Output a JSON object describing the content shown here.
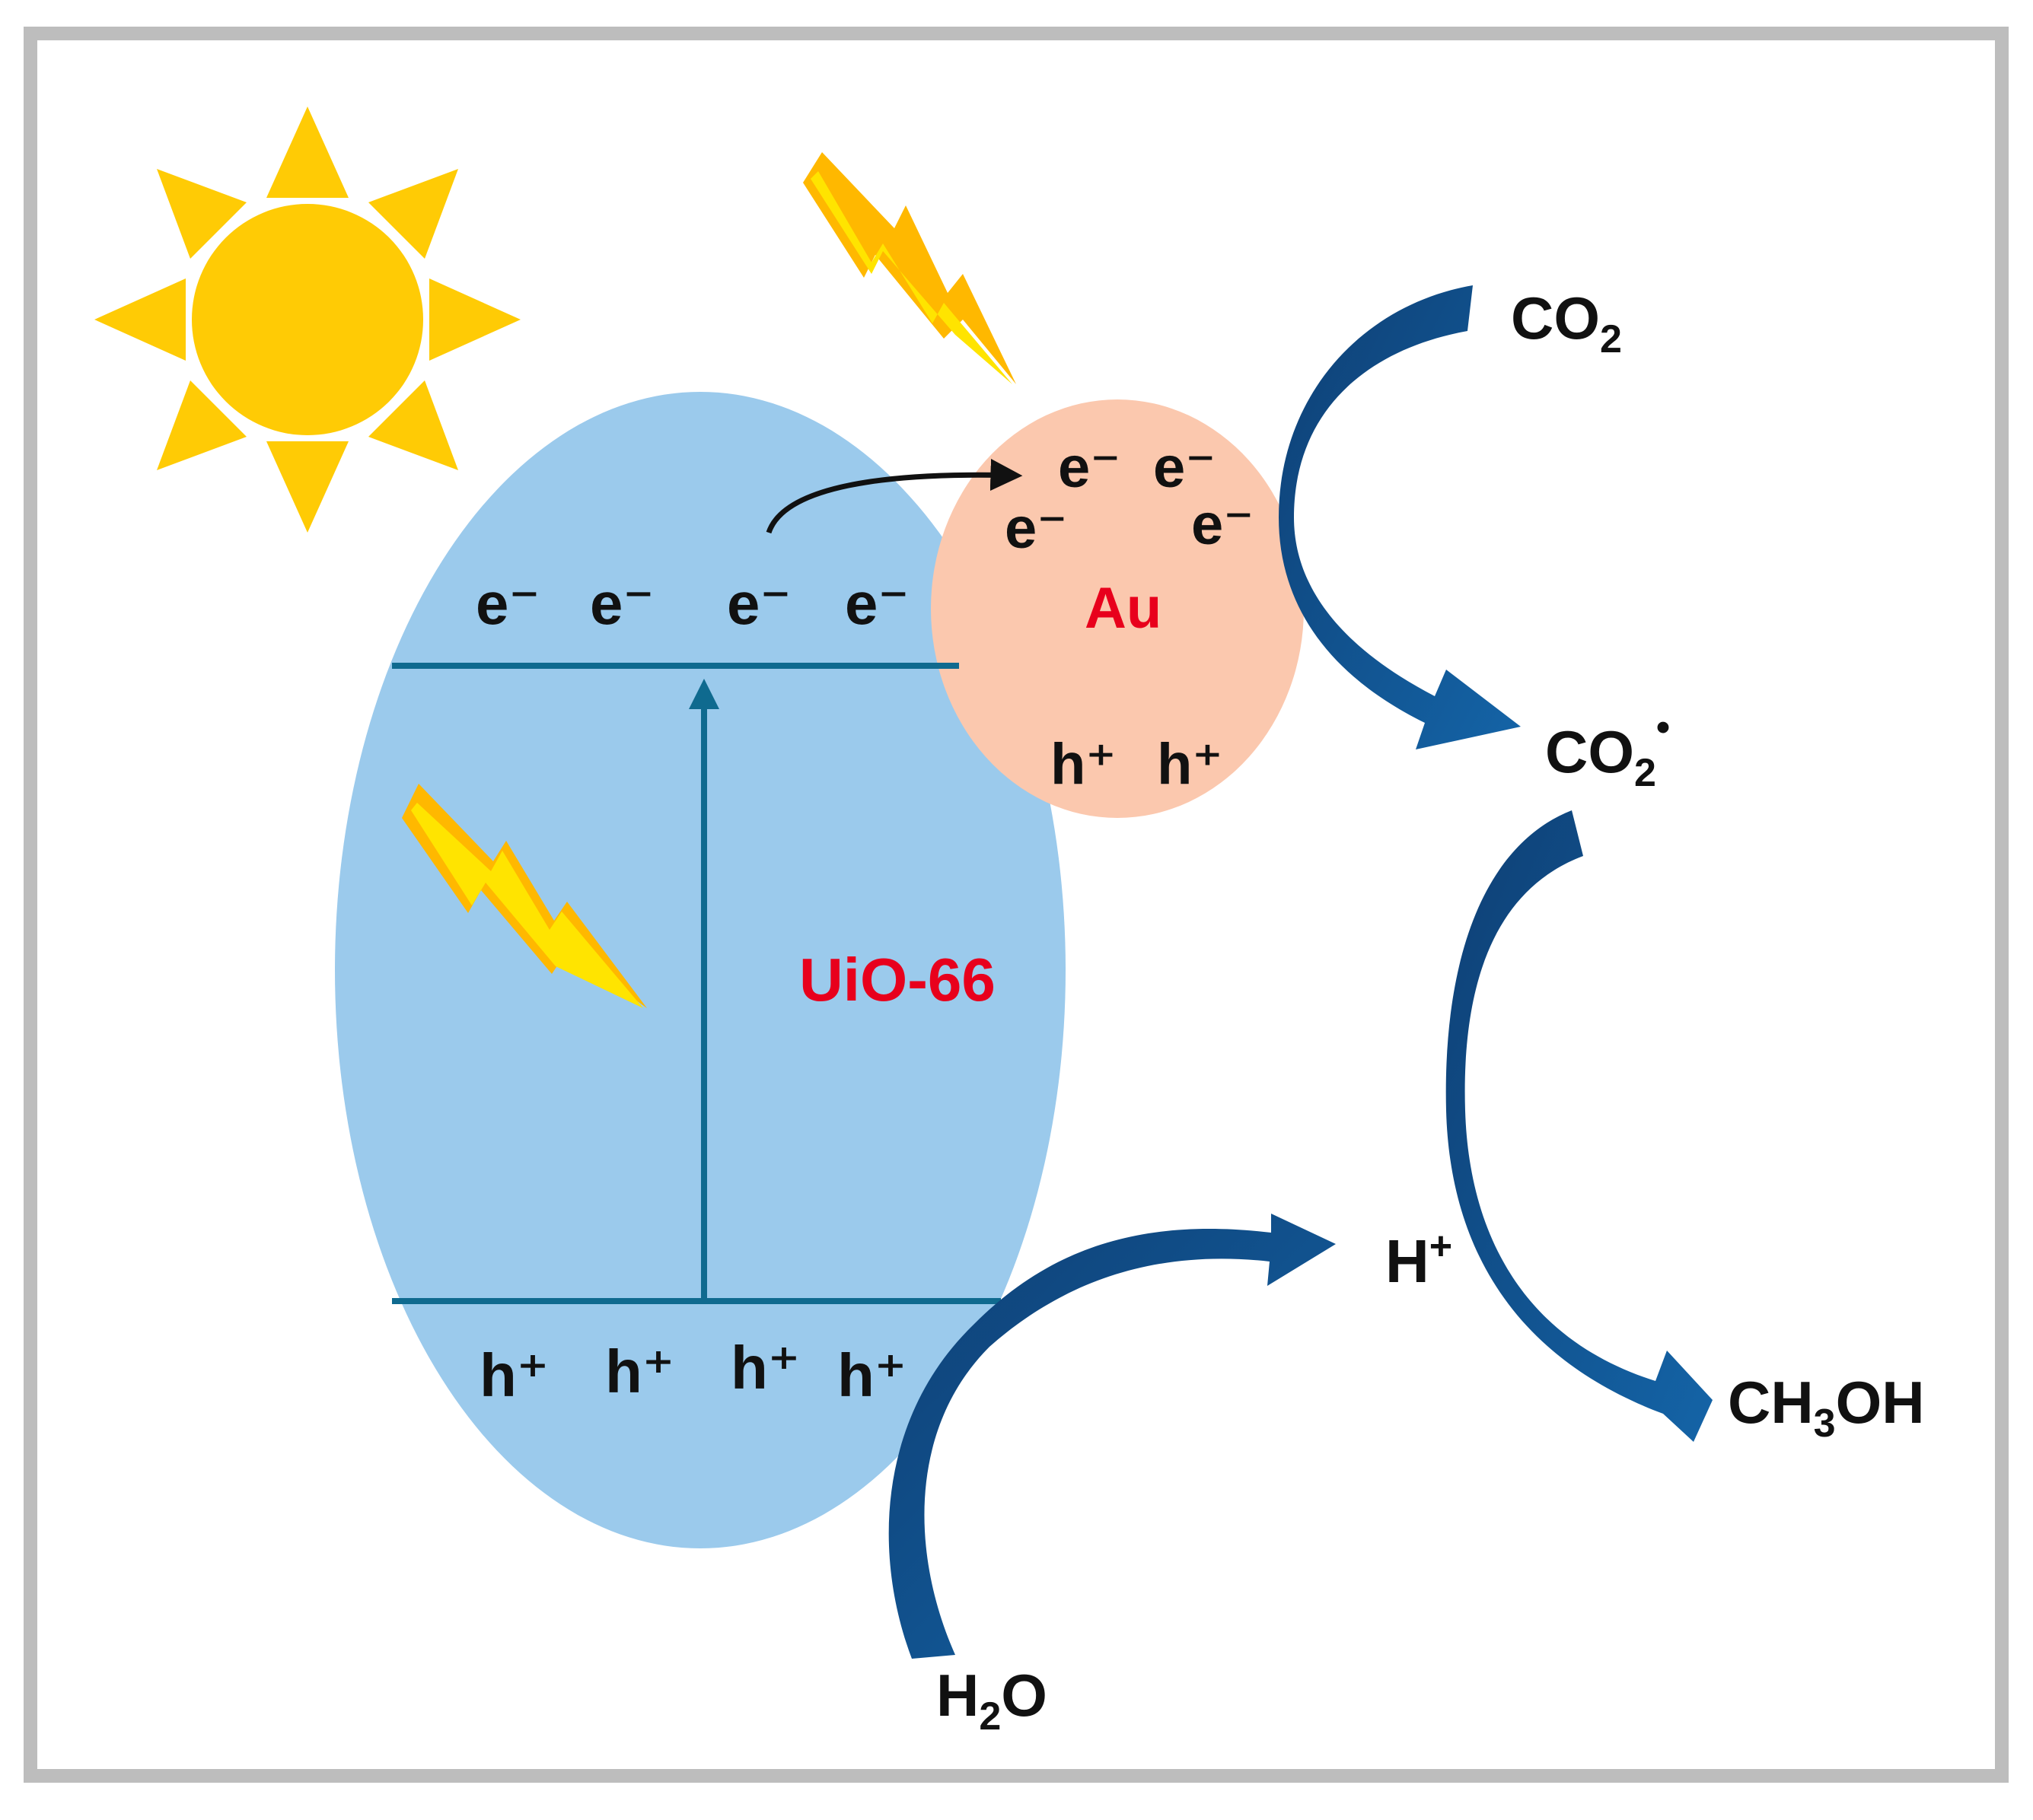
{
  "colors": {
    "frame": "#bdbdbd",
    "background": "#ffffff",
    "sun": "#ffcb05",
    "lightning_dark": "#ffb800",
    "lightning_light": "#ffe400",
    "uio66_fill": "#9bcaec",
    "au_fill": "#fbc8ae",
    "band_line": "#0f6a8f",
    "arrow_blue_dark": "#0e3f74",
    "arrow_blue_light": "#1464a7",
    "label_red": "#e8001c",
    "label_dark": "#111111"
  },
  "icons": [
    "sun-icon",
    "lightning-icon",
    "lightning-icon"
  ],
  "uio66": {
    "label": "UiO-66",
    "conduction_band_electrons": [
      "e⁻",
      "e⁻",
      "e⁻",
      "e⁻"
    ],
    "valence_band_holes": [
      "h⁺",
      "h⁺",
      "h⁺",
      "h⁺"
    ]
  },
  "au": {
    "label": "Au",
    "electrons": [
      "e⁻",
      "e⁻",
      "e⁻",
      "e⁻"
    ],
    "holes": [
      "h⁺",
      "h⁺"
    ]
  },
  "species": {
    "co2": {
      "base": "CO",
      "sub": "2",
      "sup": ""
    },
    "co2_radical": {
      "base": "CO",
      "sub": "2",
      "sup": "•"
    },
    "h_plus": {
      "base": "H",
      "sub": "",
      "sup": "+"
    },
    "h2o": {
      "part1": "H",
      "sub": "2",
      "part2": "O"
    },
    "methanol": {
      "part1": "CH",
      "sub": "3",
      "part2": "OH"
    }
  }
}
